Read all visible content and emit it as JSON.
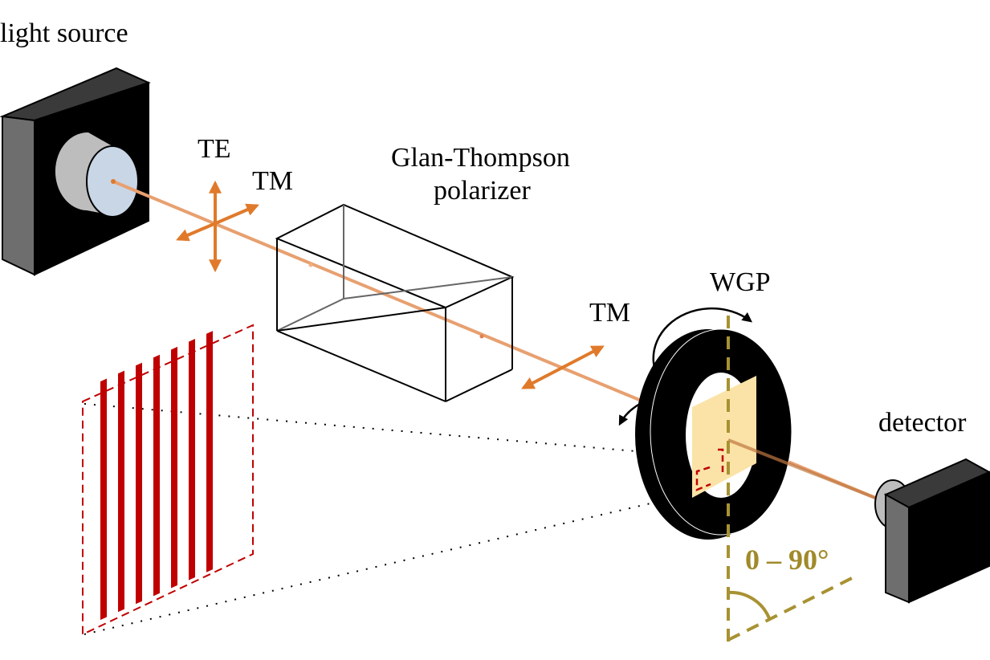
{
  "labels": {
    "light_source": "light source",
    "te": "TE",
    "tm1": "TM",
    "polarizer_line1": "Glan-Thompson",
    "polarizer_line2": "polarizer",
    "tm2": "TM",
    "wgp": "WGP",
    "detector": "detector",
    "angle_range": "0 – 90°"
  },
  "colors": {
    "beam": "#e8a070",
    "arrow": "#e07a2a",
    "grating": "#c00000",
    "axis": "#a89232",
    "plate": "#fbe3a8"
  }
}
